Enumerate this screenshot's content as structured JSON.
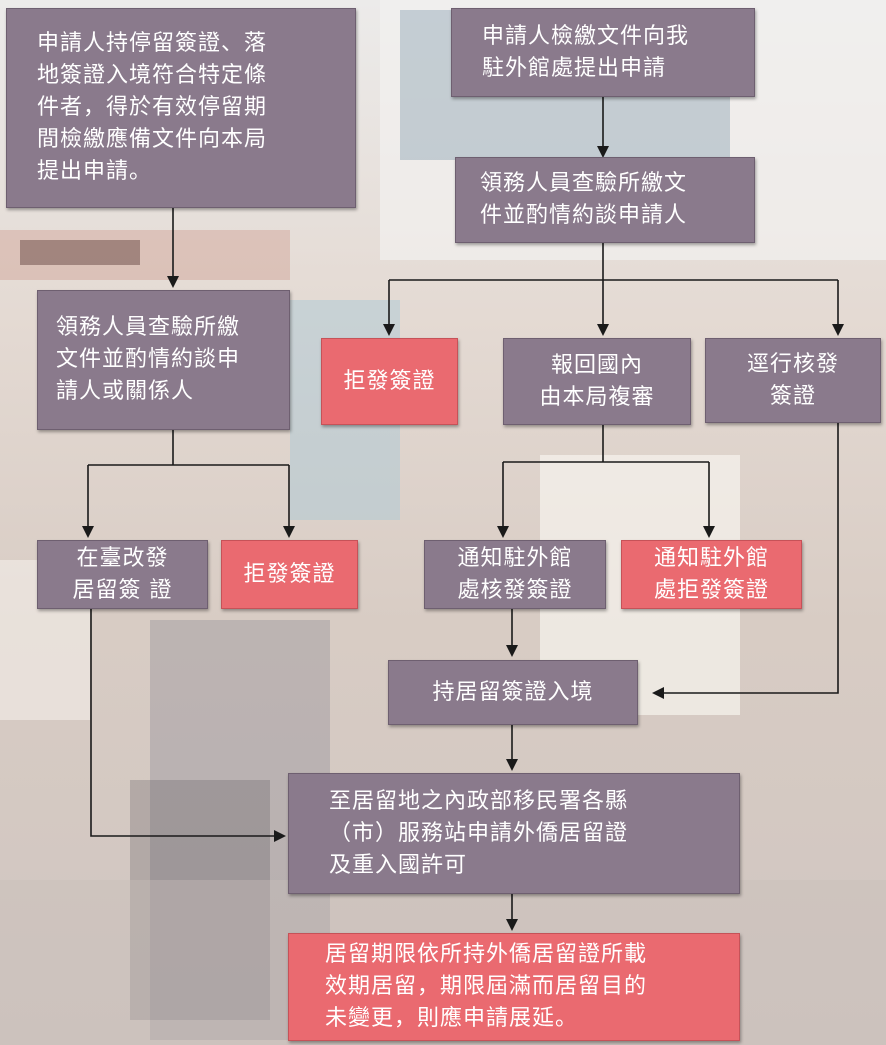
{
  "colors": {
    "process_box": "#8a7a8c",
    "reject_box": "#ea6a70",
    "arrow": "#1a1a1a",
    "background": "#d9cfc8"
  },
  "nodes": {
    "left_start": "申請人持停留簽證、落\n地簽證入境符合特定條\n件者，得於有效停留期\n間檢繳應備文件向本局\n提出申請。",
    "right_start": "申請人檢繳文件向我\n駐外館處提出申請",
    "right_review": "領務人員查驗所繳文\n件並酌情約談申請人",
    "left_review": "領務人員查驗所繳\n文件並酌情約談申\n請人或關係人",
    "reject_visa_right": "拒發簽證",
    "report_home": "報回國內\n由本局複審",
    "issue_directly": "逕行核發\n簽證",
    "change_in_taiwan": "在臺改發\n居留簽 證",
    "reject_visa_left": "拒發簽證",
    "notify_issue": "通知駐外館\n處核發簽證",
    "notify_reject": "通知駐外館\n處拒發簽證",
    "enter_with_visa": "持居留簽證入境",
    "apply_arc": "至居留地之內政部移民署各縣\n（市）服務站申請外僑居留證\n及重入國許可",
    "residence_period": "居留期限依所持外僑居留證所載\n效期居留，期限屆滿而居留目的\n未變更，則應申請展延。"
  }
}
